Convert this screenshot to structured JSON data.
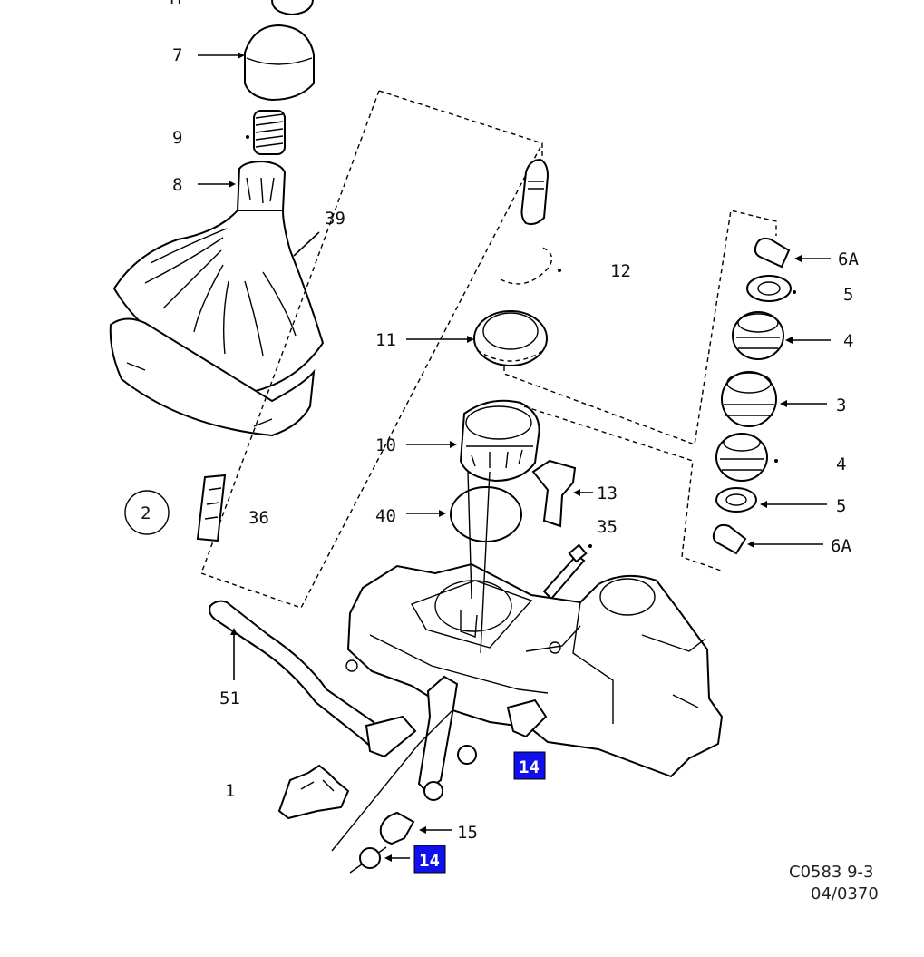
{
  "labels": {
    "l_m": "M",
    "l7": "7",
    "l9": "9",
    "l8": "8",
    "l39": "39",
    "l12": "12",
    "l11": "11",
    "l10": "10",
    "l13": "13",
    "l40": "40",
    "l35": "35",
    "l36": "36",
    "l51": "51",
    "l1": "1",
    "l15": "15",
    "l6a_top": "6A",
    "l5_top": "5",
    "l4_top": "4",
    "l3": "3",
    "l4_bot": "4",
    "l5_bot": "5",
    "l6a_bot": "6A"
  },
  "callout_circle": "2",
  "highlight_labels": {
    "h14_a": "14",
    "h14_b": "14"
  },
  "highlight_color": "#1010ee",
  "drawing_code": {
    "line1": "C0583 9-3",
    "line2": "04/0370"
  }
}
